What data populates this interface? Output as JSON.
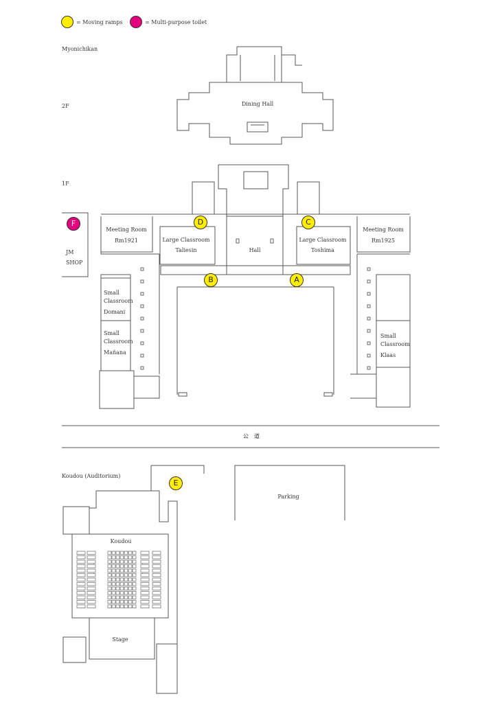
{
  "legend": {
    "ramps_label": "= Moving ramps",
    "toilet_label": "= Multi-purpose toilet",
    "ramp_color": "#ffee00",
    "toilet_color": "#e4007f"
  },
  "myonichikan": {
    "title": "Myonichikan",
    "floor2": {
      "label": "2F",
      "dining_hall": "Dining Hall"
    },
    "floor1": {
      "label": "1F",
      "hall": "Hall",
      "meeting_1921": [
        "Meeting Room",
        "Rm1921"
      ],
      "meeting_1925": [
        "Meeting Room",
        "Rm1925"
      ],
      "taliesin": [
        "Large Classroom",
        "Taliesin"
      ],
      "toshima": [
        "Large Classroom",
        "Toshima"
      ],
      "domani": [
        "Small",
        "Classroom",
        "Domani"
      ],
      "manana": [
        "Small",
        "Classroom",
        "Mañana"
      ],
      "klaas": [
        "Small",
        "Classroom",
        "Klaas"
      ]
    }
  },
  "shop": [
    "JM",
    "SHOP"
  ],
  "markers": {
    "A": "A",
    "B": "B",
    "C": "C",
    "D": "D",
    "E": "E",
    "F": "F"
  },
  "road": "公　道",
  "koudou": {
    "title": "Koudou (Auditorium)",
    "hall": "Koudou",
    "stage": "Stage"
  },
  "parking": "Parking"
}
